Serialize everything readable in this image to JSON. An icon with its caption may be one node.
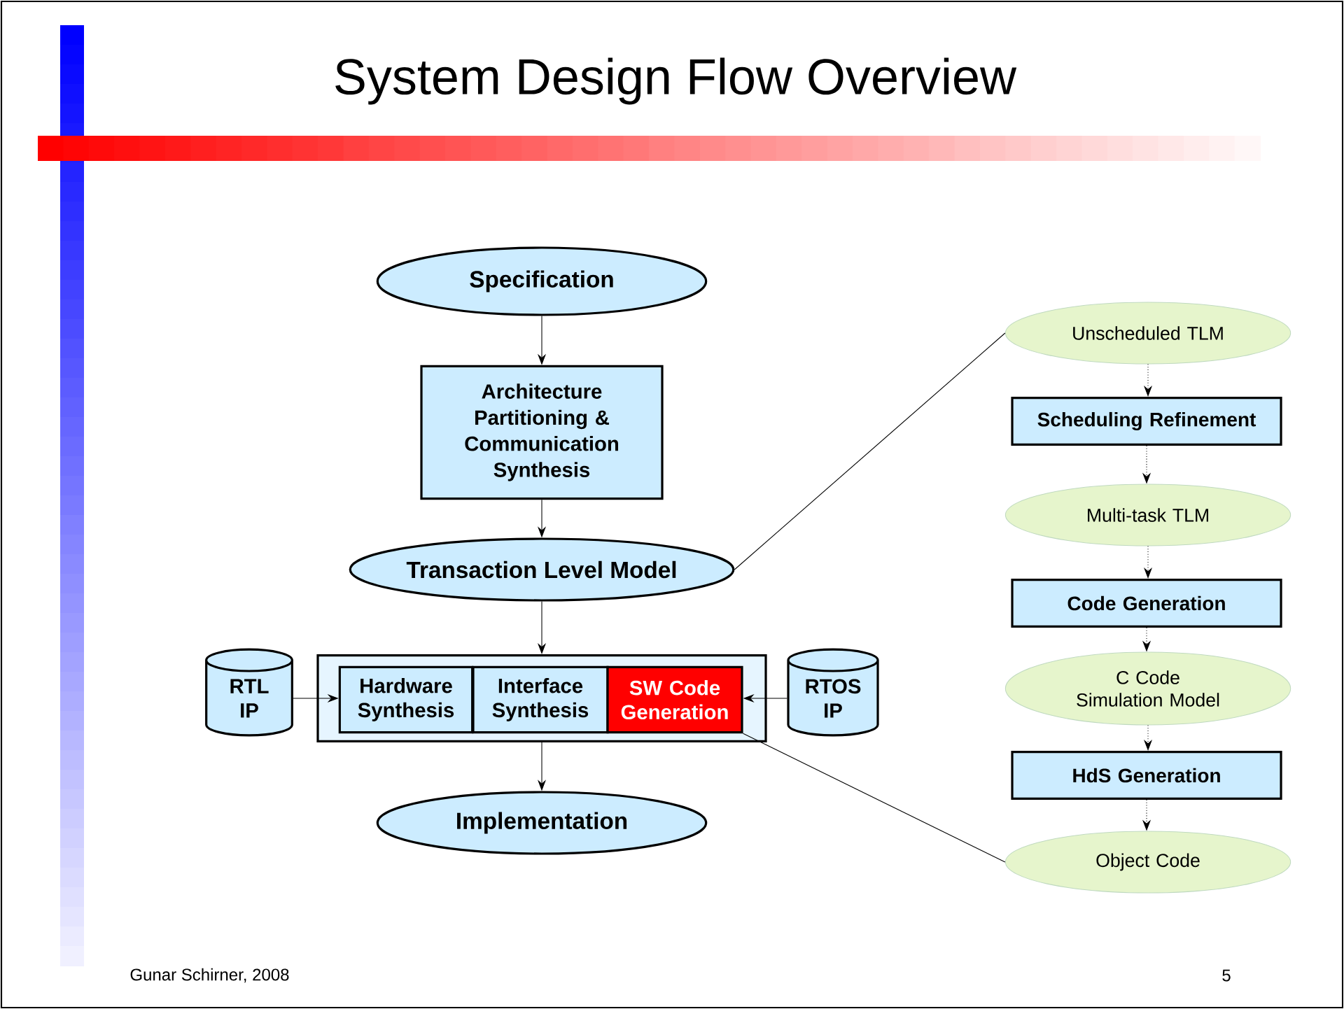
{
  "diagram": {
    "title": "System Design Flow Overview",
    "nodes": [
      {
        "text": [
          "Specification"
        ]
      },
      {
        "text": [
          "Architecture Partitioning & Communication Synthesis"
        ]
      },
      {
        "text": [
          "Transaction Level Model"
        ]
      },
      {
        "text": [],
        "shape": "box"
      },
      {
        "text": [
          "Hardware Synthesis"
        ],
        "in": 3
      },
      {
        "text": [
          "Interface Synthesis"
        ],
        "in": 3
      },
      {
        "text": [
          "SW Code Generation"
        ],
        "in": 3
      },
      {
        "text": [
          "RTL IP"
        ]
      },
      {
        "text": [
          "RTOS IP"
        ]
      },
      {
        "text": [
          "Implementation"
        ]
      },
      {
        "text": [
          "Unscheduled TLM"
        ]
      },
      {
        "text": [
          "Scheduling Refinement"
        ]
      },
      {
        "text": [
          "Multi-task TLM"
        ]
      },
      {
        "text": [
          "Code Generation"
        ]
      },
      {
        "text": [
          "C Code Simulation Model"
        ]
      },
      {
        "text": [
          "HdS Generation"
        ]
      },
      {
        "text": [
          "Object Code"
        ]
      }
    ],
    "edges": [
      {
        "from": 0,
        "to": 1,
        "arrow": "to"
      },
      {
        "from": 1,
        "to": 2,
        "arrow": "to"
      },
      {
        "from": 2,
        "to": 3,
        "arrow": "to"
      },
      {
        "from": 7,
        "to": 4,
        "arrow": "to"
      },
      {
        "from": 8,
        "to": 6,
        "arrow": "to"
      },
      {
        "from": 3,
        "to": 9,
        "arrow": "to"
      },
      {
        "from": 2,
        "to": 10,
        "arrow": "none"
      },
      {
        "from": 6,
        "to": 16,
        "arrow": "none"
      },
      {
        "from": 10,
        "to": 11,
        "arrow": "to",
        "style": "dashed"
      },
      {
        "from": 11,
        "to": 12,
        "arrow": "to",
        "style": "dashed"
      },
      {
        "from": 12,
        "to": 13,
        "arrow": "to",
        "style": "dashed"
      },
      {
        "from": 13,
        "to": 14,
        "arrow": "to",
        "style": "dashed"
      },
      {
        "from": 14,
        "to": 15,
        "arrow": "to",
        "style": "dashed"
      },
      {
        "from": 15,
        "to": 16,
        "arrow": "to",
        "style": "dashed"
      }
    ],
    "labels": [
      "Gunar Schirner, 2008",
      "5"
    ]
  }
}
